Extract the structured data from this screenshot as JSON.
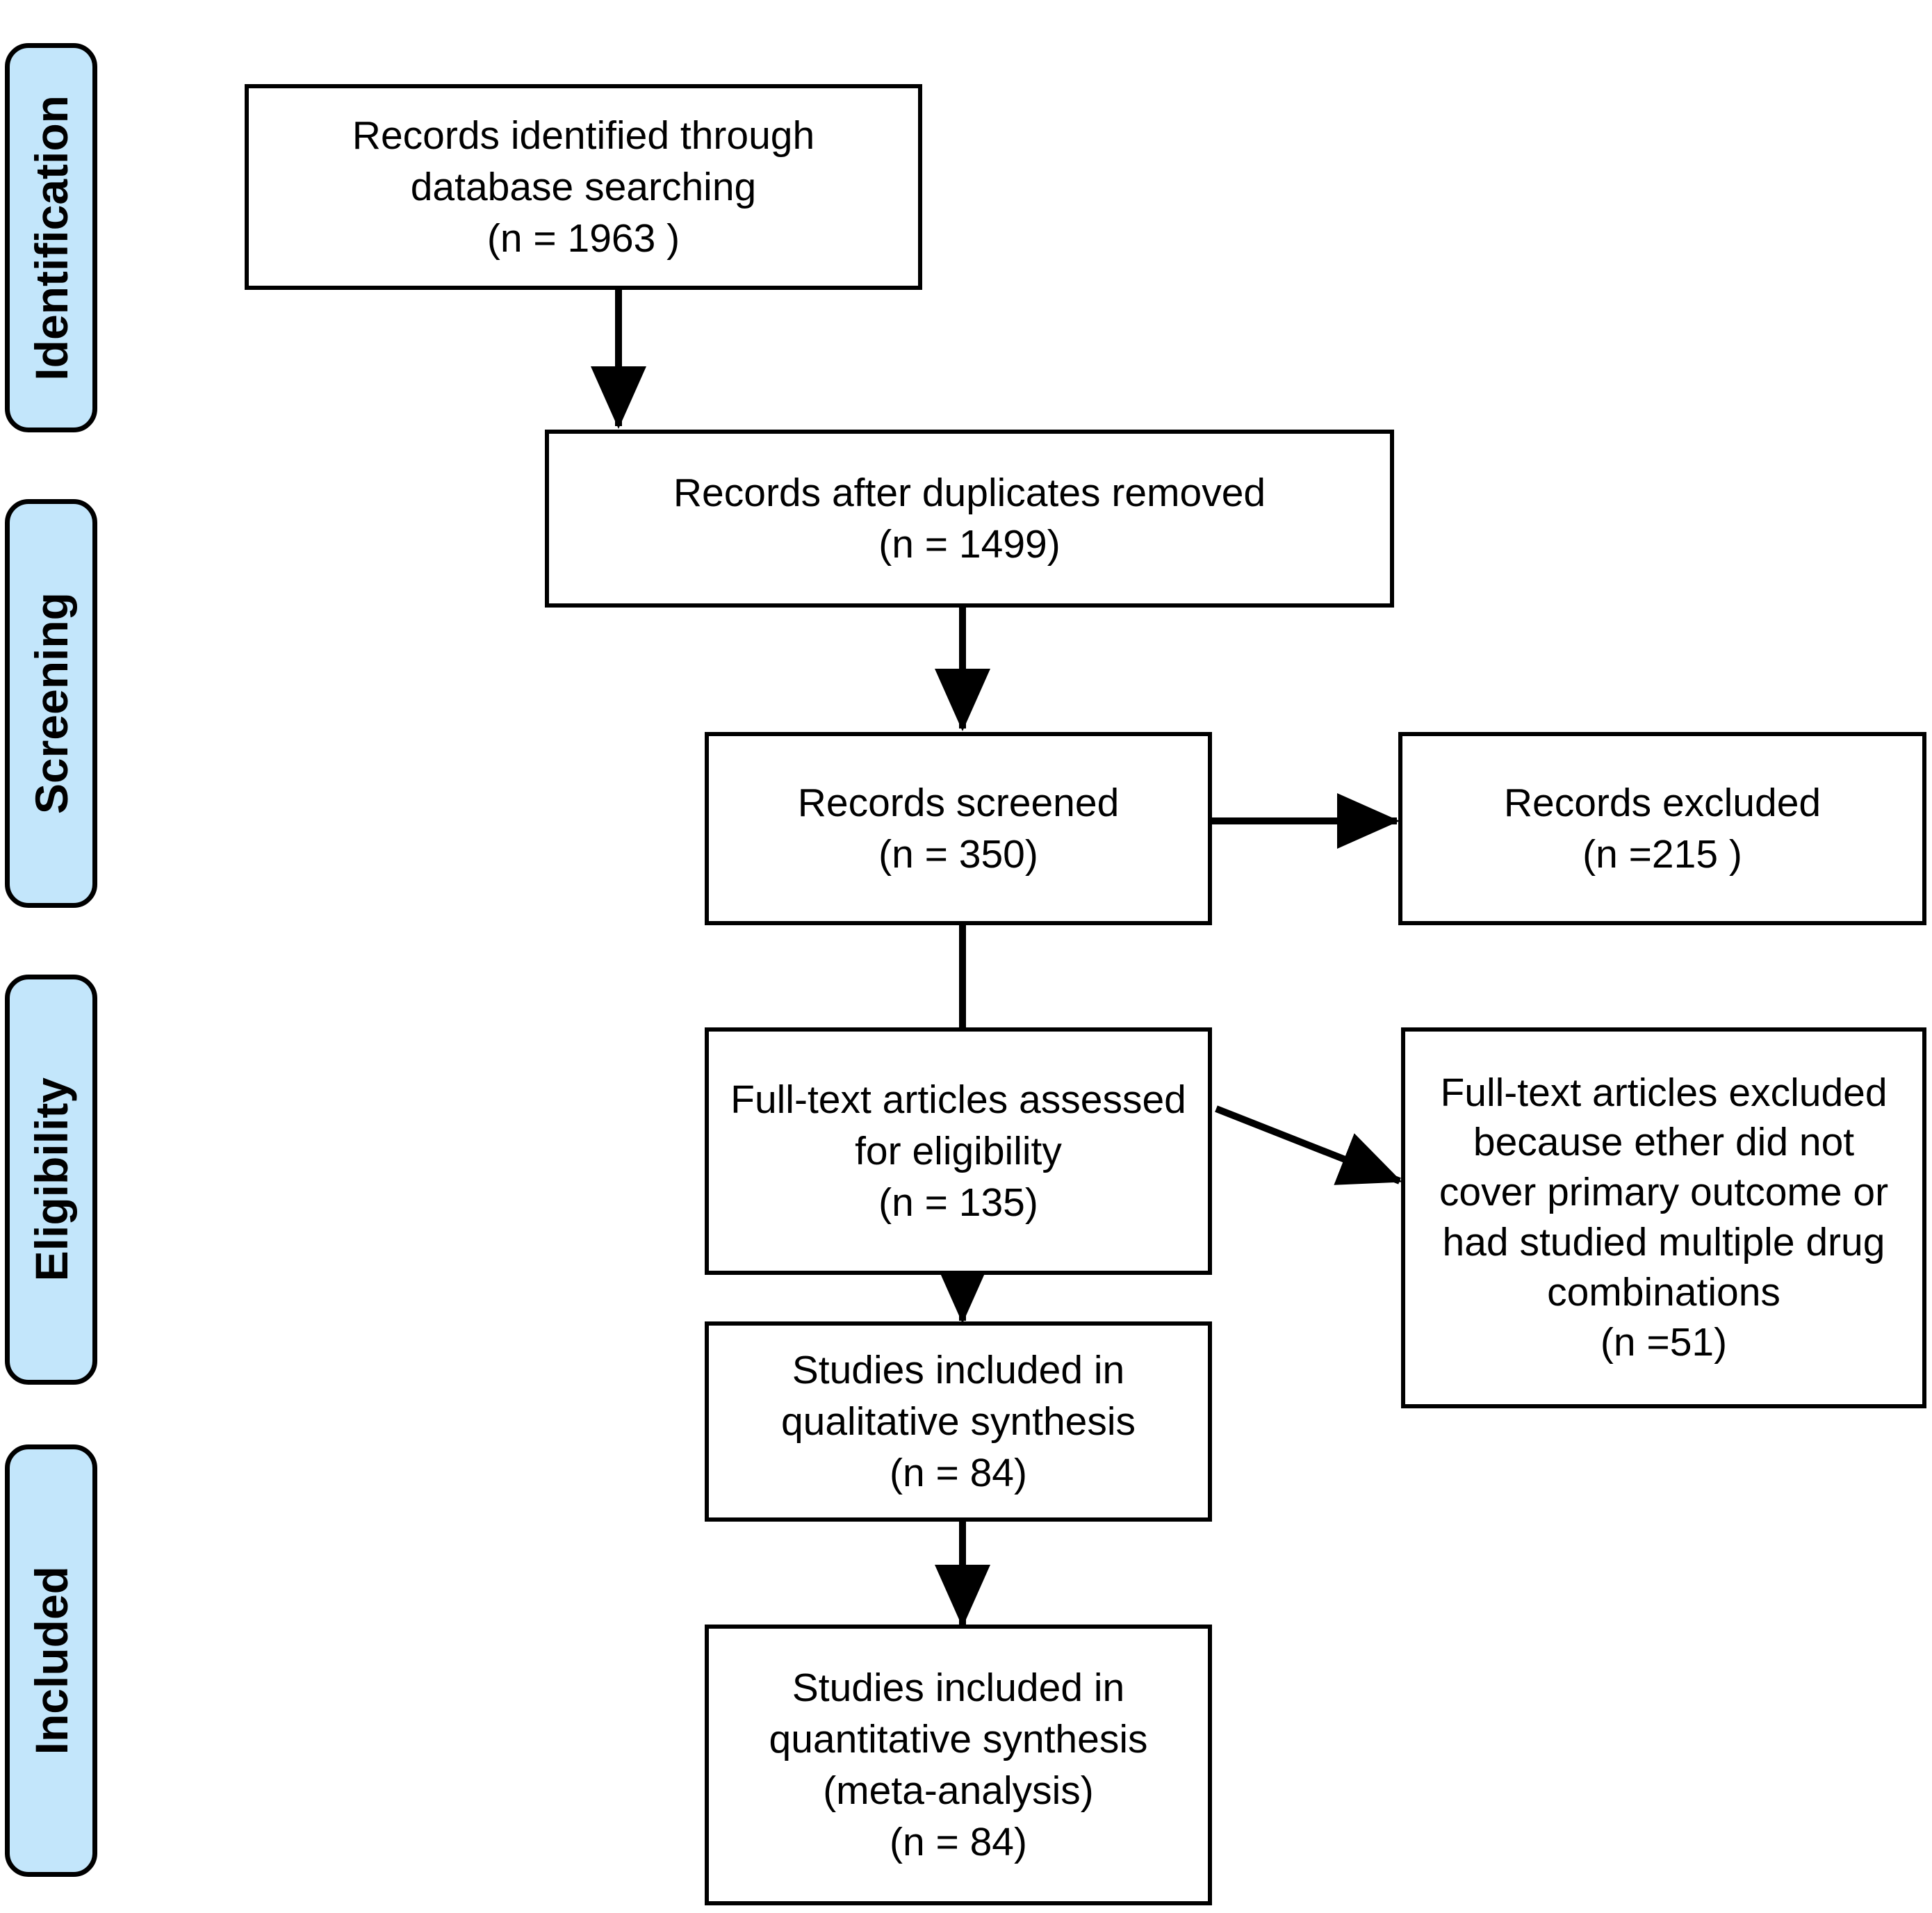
{
  "figure": {
    "type": "prisma-flow-diagram",
    "accent_color": "#c3e6fb",
    "line_color": "#000000",
    "background_color": "#ffffff"
  },
  "stages": [
    {
      "label": "Identification"
    },
    {
      "label": "Screening"
    },
    {
      "label": "Eligibility"
    },
    {
      "label": "Included"
    }
  ],
  "boxes": {
    "identified": {
      "text": "Records identified through\ndatabase searching\n(n = 1963  )",
      "n": 1963
    },
    "after_duplicates": {
      "text": "Records after duplicates removed\n(n = 1499)",
      "n": 1499
    },
    "screened": {
      "text": "Records screened\n(n = 350)",
      "n": 350
    },
    "records_excluded": {
      "text": "Records excluded\n(n =215   )",
      "n": 215
    },
    "eligibility": {
      "text": "Full-text articles assessed\nfor eligibility\n(n = 135)",
      "n": 135
    },
    "fulltext_excluded": {
      "text": "Full-text articles excluded\nbecause ether did not\ncover primary outcome or\nhad studied multiple drug\ncombinations\n(n =51)",
      "n": 51
    },
    "qualitative": {
      "text": "Studies included in\nqualitative synthesis\n(n = 84)",
      "n": 84
    },
    "quantitative": {
      "text": "Studies included in\nquantitative synthesis\n(meta-analysis)\n(n = 84)",
      "n": 84
    }
  },
  "connectors": [
    {
      "name": "identified-to-after-duplicates",
      "kind": "vertical-arrow"
    },
    {
      "name": "after-duplicates-to-screened",
      "kind": "vertical-arrow"
    },
    {
      "name": "screened-to-records-excluded",
      "kind": "horizontal-arrow"
    },
    {
      "name": "screened-to-eligibility",
      "kind": "vertical-arrow"
    },
    {
      "name": "eligibility-to-fulltext-excluded",
      "kind": "diagonal-arrow"
    },
    {
      "name": "eligibility-to-qualitative",
      "kind": "vertical-arrow"
    },
    {
      "name": "qualitative-to-quantitative",
      "kind": "vertical-arrow"
    }
  ]
}
